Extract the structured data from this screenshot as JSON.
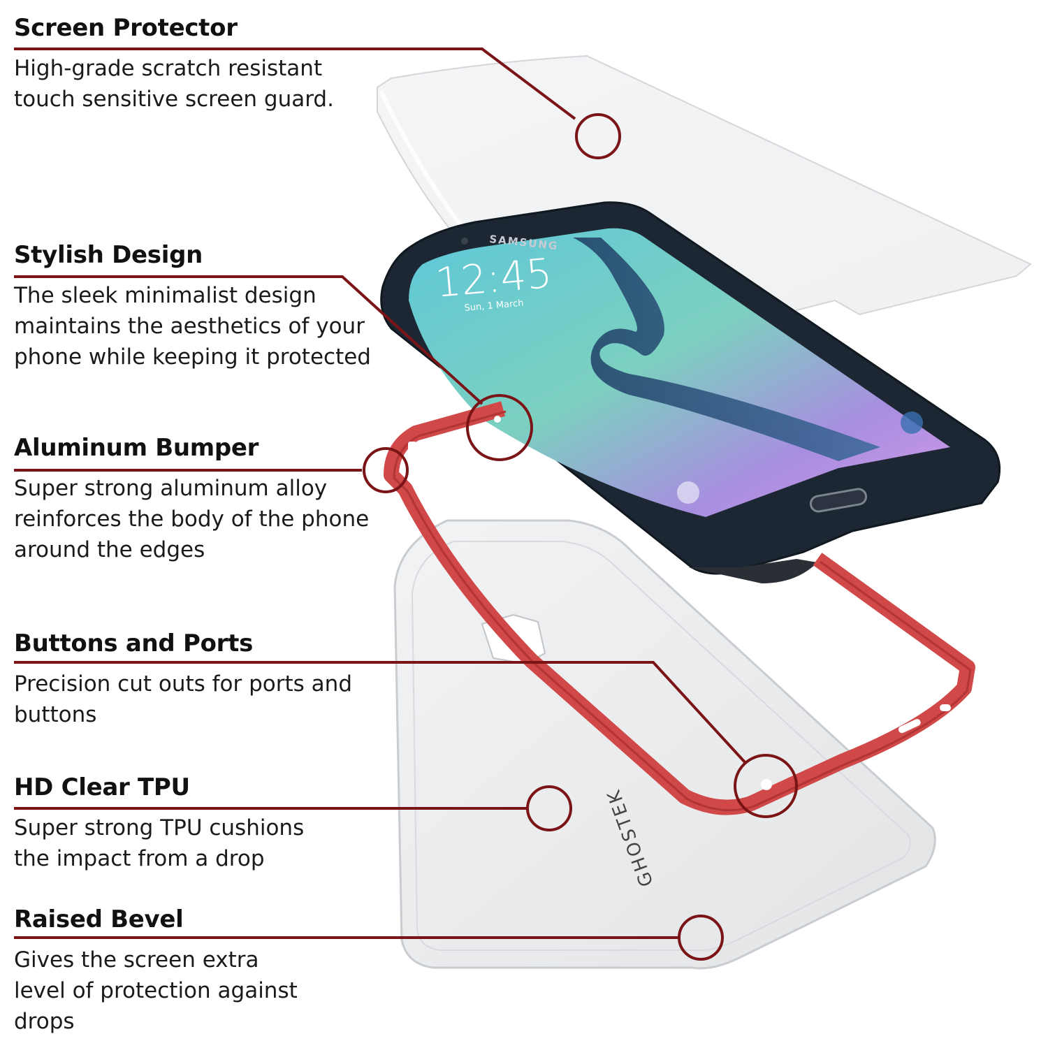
{
  "features": [
    {
      "title": "Screen Protector",
      "text": "High-grade scratch resistant touch sensitive screen guard."
    },
    {
      "title": "Stylish Design",
      "text": "The sleek minimalist design maintains the aesthetics of your phone while keeping it protected"
    },
    {
      "title": "Aluminum Bumper",
      "text": "Super strong aluminum alloy reinforces the body of the phone around the edges"
    },
    {
      "title": "Buttons and Ports",
      "text": "Precision cut outs for ports and buttons"
    },
    {
      "title": "HD Clear TPU",
      "text": "Super strong TPU cushions the impact from a drop"
    },
    {
      "title": "Raised Bevel",
      "text": "Gives the screen extra level of protection against drops"
    }
  ],
  "phone": {
    "brand": "SAMSUNG",
    "clock": "12:45",
    "date": "Sun, 1 March"
  },
  "case": {
    "logo": "GHOSTEK"
  },
  "colors": {
    "callout_line": "#7a1416",
    "bumper": "#d14848",
    "text": "#111111"
  }
}
